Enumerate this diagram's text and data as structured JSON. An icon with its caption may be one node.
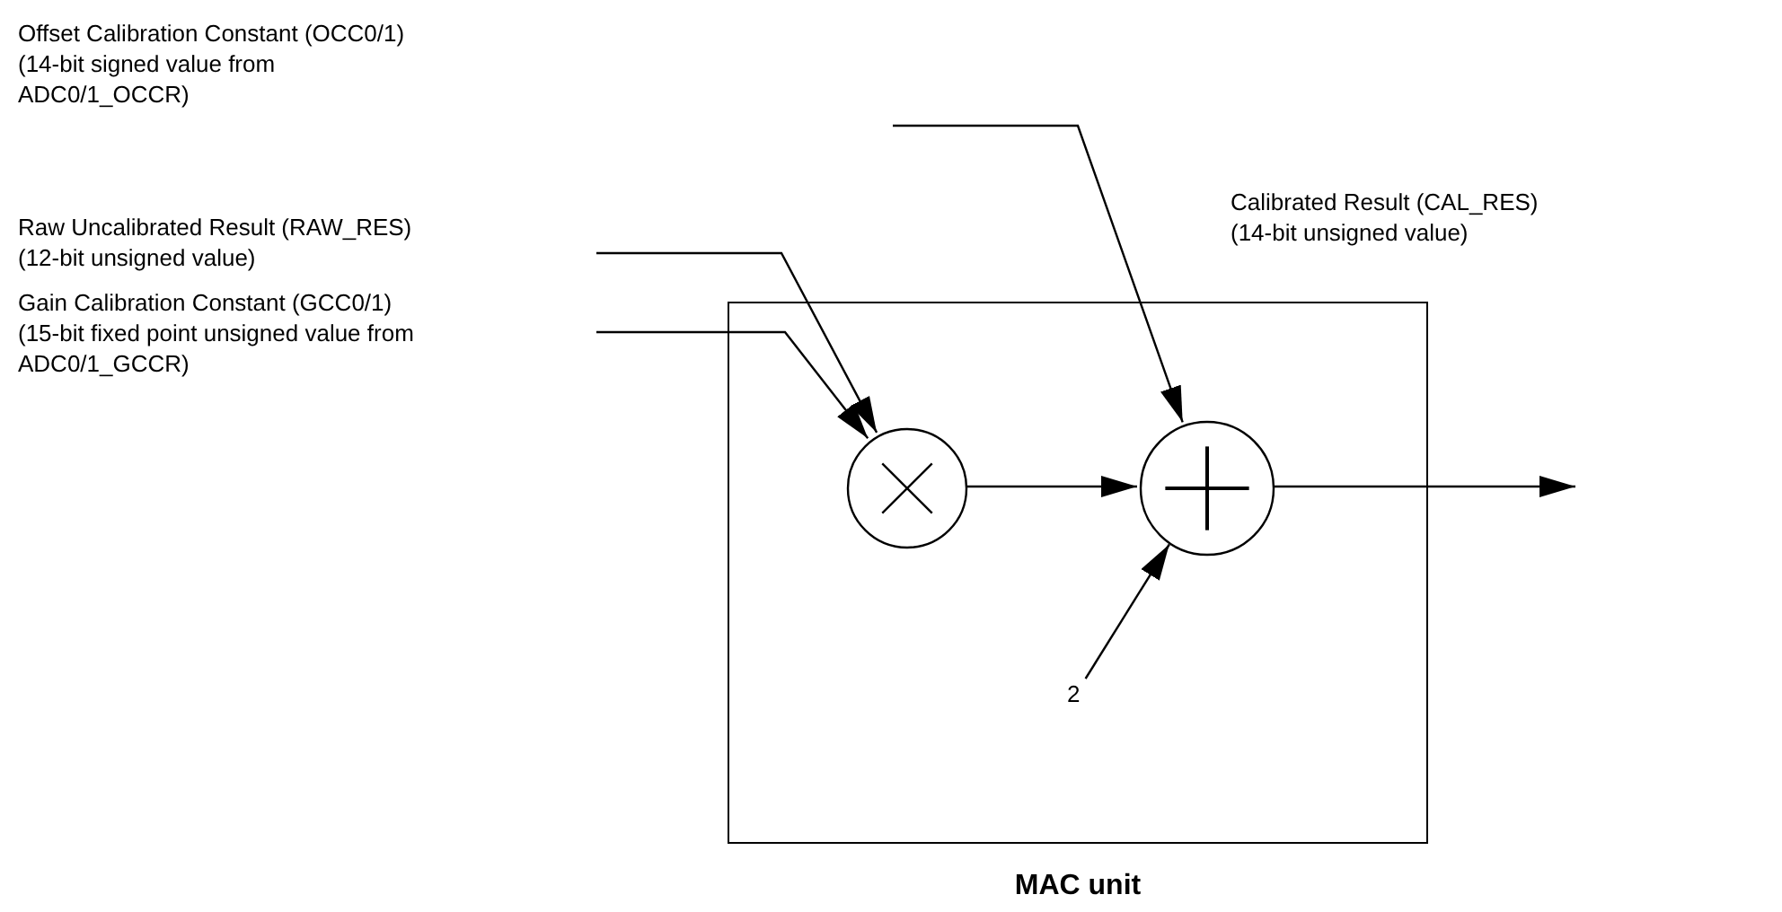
{
  "diagram": {
    "nodes": [
      {
        "text": [
          "MAC unit"
        ]
      },
      {
        "text": [],
        "shape": "circle",
        "in": 0
      },
      {
        "text": [],
        "shape": "circle",
        "in": 0
      },
      {
        "text": [
          "2"
        ],
        "in": 0
      }
    ],
    "edges": [
      {
        "from": null,
        "to": 2,
        "arrow": "to"
      },
      {
        "from": null,
        "to": 1,
        "arrow": "to"
      },
      {
        "from": null,
        "to": 1,
        "arrow": "to"
      },
      {
        "from": 1,
        "to": 2,
        "arrow": "to"
      },
      {
        "from": 3,
        "to": 2,
        "arrow": "to"
      },
      {
        "from": 2,
        "to": null,
        "arrow": "to"
      }
    ],
    "labels": [
      "Offset Calibration Constant (OCC0/1)",
      "(14-bit signed value from ADC0/1_OCCR)",
      "Raw Uncalibrated Result (RAW_RES)",
      "(12-bit unsigned value)",
      "Gain Calibration Constant (GCC0/1)",
      "(15-bit fixed point unsigned value from ADC0/1_GCCR)",
      "Calibrated Result (CAL_RES)",
      "(14-bit unsigned value)"
    ]
  }
}
